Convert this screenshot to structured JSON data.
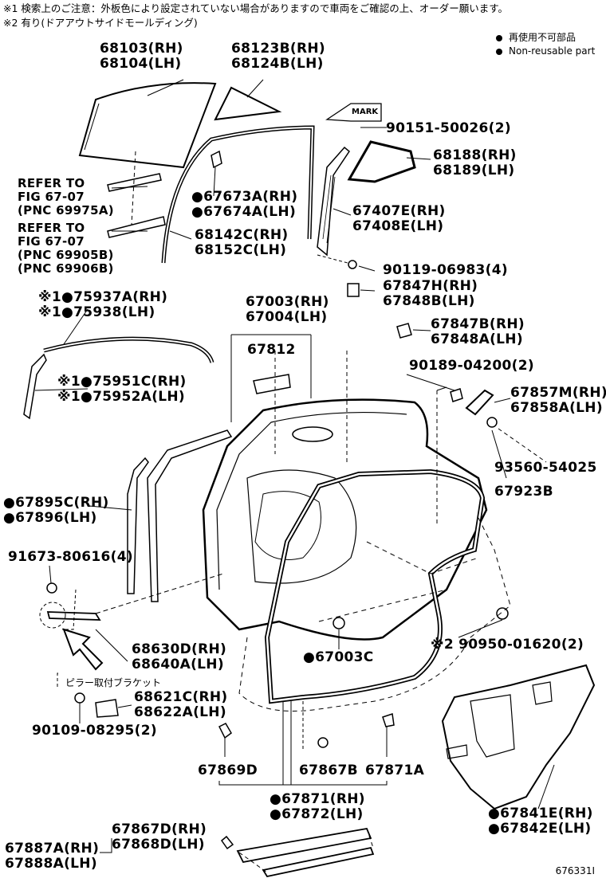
{
  "notes": [
    "※1 検索上のご注意：外板色により設定されていない場合がありますので車両をご確認の上、オーダー願います。",
    "※2 有り(ドアアウトサイドモールディング)"
  ],
  "legend": {
    "non_reusable_jp": "再使用不可部品",
    "non_reusable_en": "Non-reusable part"
  },
  "mark_label": "MARK",
  "pillar_bracket_jp": "ピラー取付ブラケット",
  "figure_id": "676331I",
  "labels": {
    "l68103": "68103(RH)",
    "l68104": "68104(LH)",
    "l68123": "68123B(RH)",
    "l68124": "68124B(LH)",
    "l90151": "90151-50026(2)",
    "l68188": "68188(RH)",
    "l68189": "68189(LH)",
    "refer1_a": "REFER TO",
    "refer1_b": "FIG 67-07",
    "refer1_c": "(PNC 69975A)",
    "refer2_a": "REFER TO",
    "refer2_b": "FIG 67-07",
    "refer2_c": "(PNC 69905B)",
    "refer2_d": "(PNC 69906B)",
    "l67673": "●67673A(RH)",
    "l67674": "●67674A(LH)",
    "l67407": "67407E(RH)",
    "l67408": "67408E(LH)",
    "l68142": "68142C(RH)",
    "l68152": "68152C(LH)",
    "l90119": "90119-06983(4)",
    "l67847h": "67847H(RH)",
    "l67848b": "67848B(LH)",
    "l75937": "※1●75937A(RH)",
    "l75938": "※1●75938(LH)",
    "l67003": "67003(RH)",
    "l67004": "67004(LH)",
    "l67812": "67812",
    "l67847b": "67847B(RH)",
    "l67848a": "67848A(LH)",
    "l75951": "※1●75951C(RH)",
    "l75952": "※1●75952A(LH)",
    "l90189": "90189-04200(2)",
    "l67857": "67857M(RH)",
    "l67858": "67858A(LH)",
    "l93560": "93560-54025",
    "l67923": "67923B",
    "l67895": "●67895C(RH)",
    "l67896": "●67896(LH)",
    "l91673": "91673-80616(4)",
    "l68630": "68630D(RH)",
    "l68640": "68640A(LH)",
    "l67003c": "●67003C",
    "l90950": "※2 90950-01620(2)",
    "l68621": "68621C(RH)",
    "l68622": "68622A(LH)",
    "l90109": "90109-08295(2)",
    "l67869": "67869D",
    "l67867b": "67867B",
    "l67871a": "67871A",
    "l67871": "●67871(RH)",
    "l67872": "●67872(LH)",
    "l67841": "●67841E(RH)",
    "l67842": "●67842E(LH)",
    "l67867d": "67867D(RH)",
    "l67868d": "67868D(LH)",
    "l67887": "67887A(RH)",
    "l67888": "67888A(LH)"
  }
}
